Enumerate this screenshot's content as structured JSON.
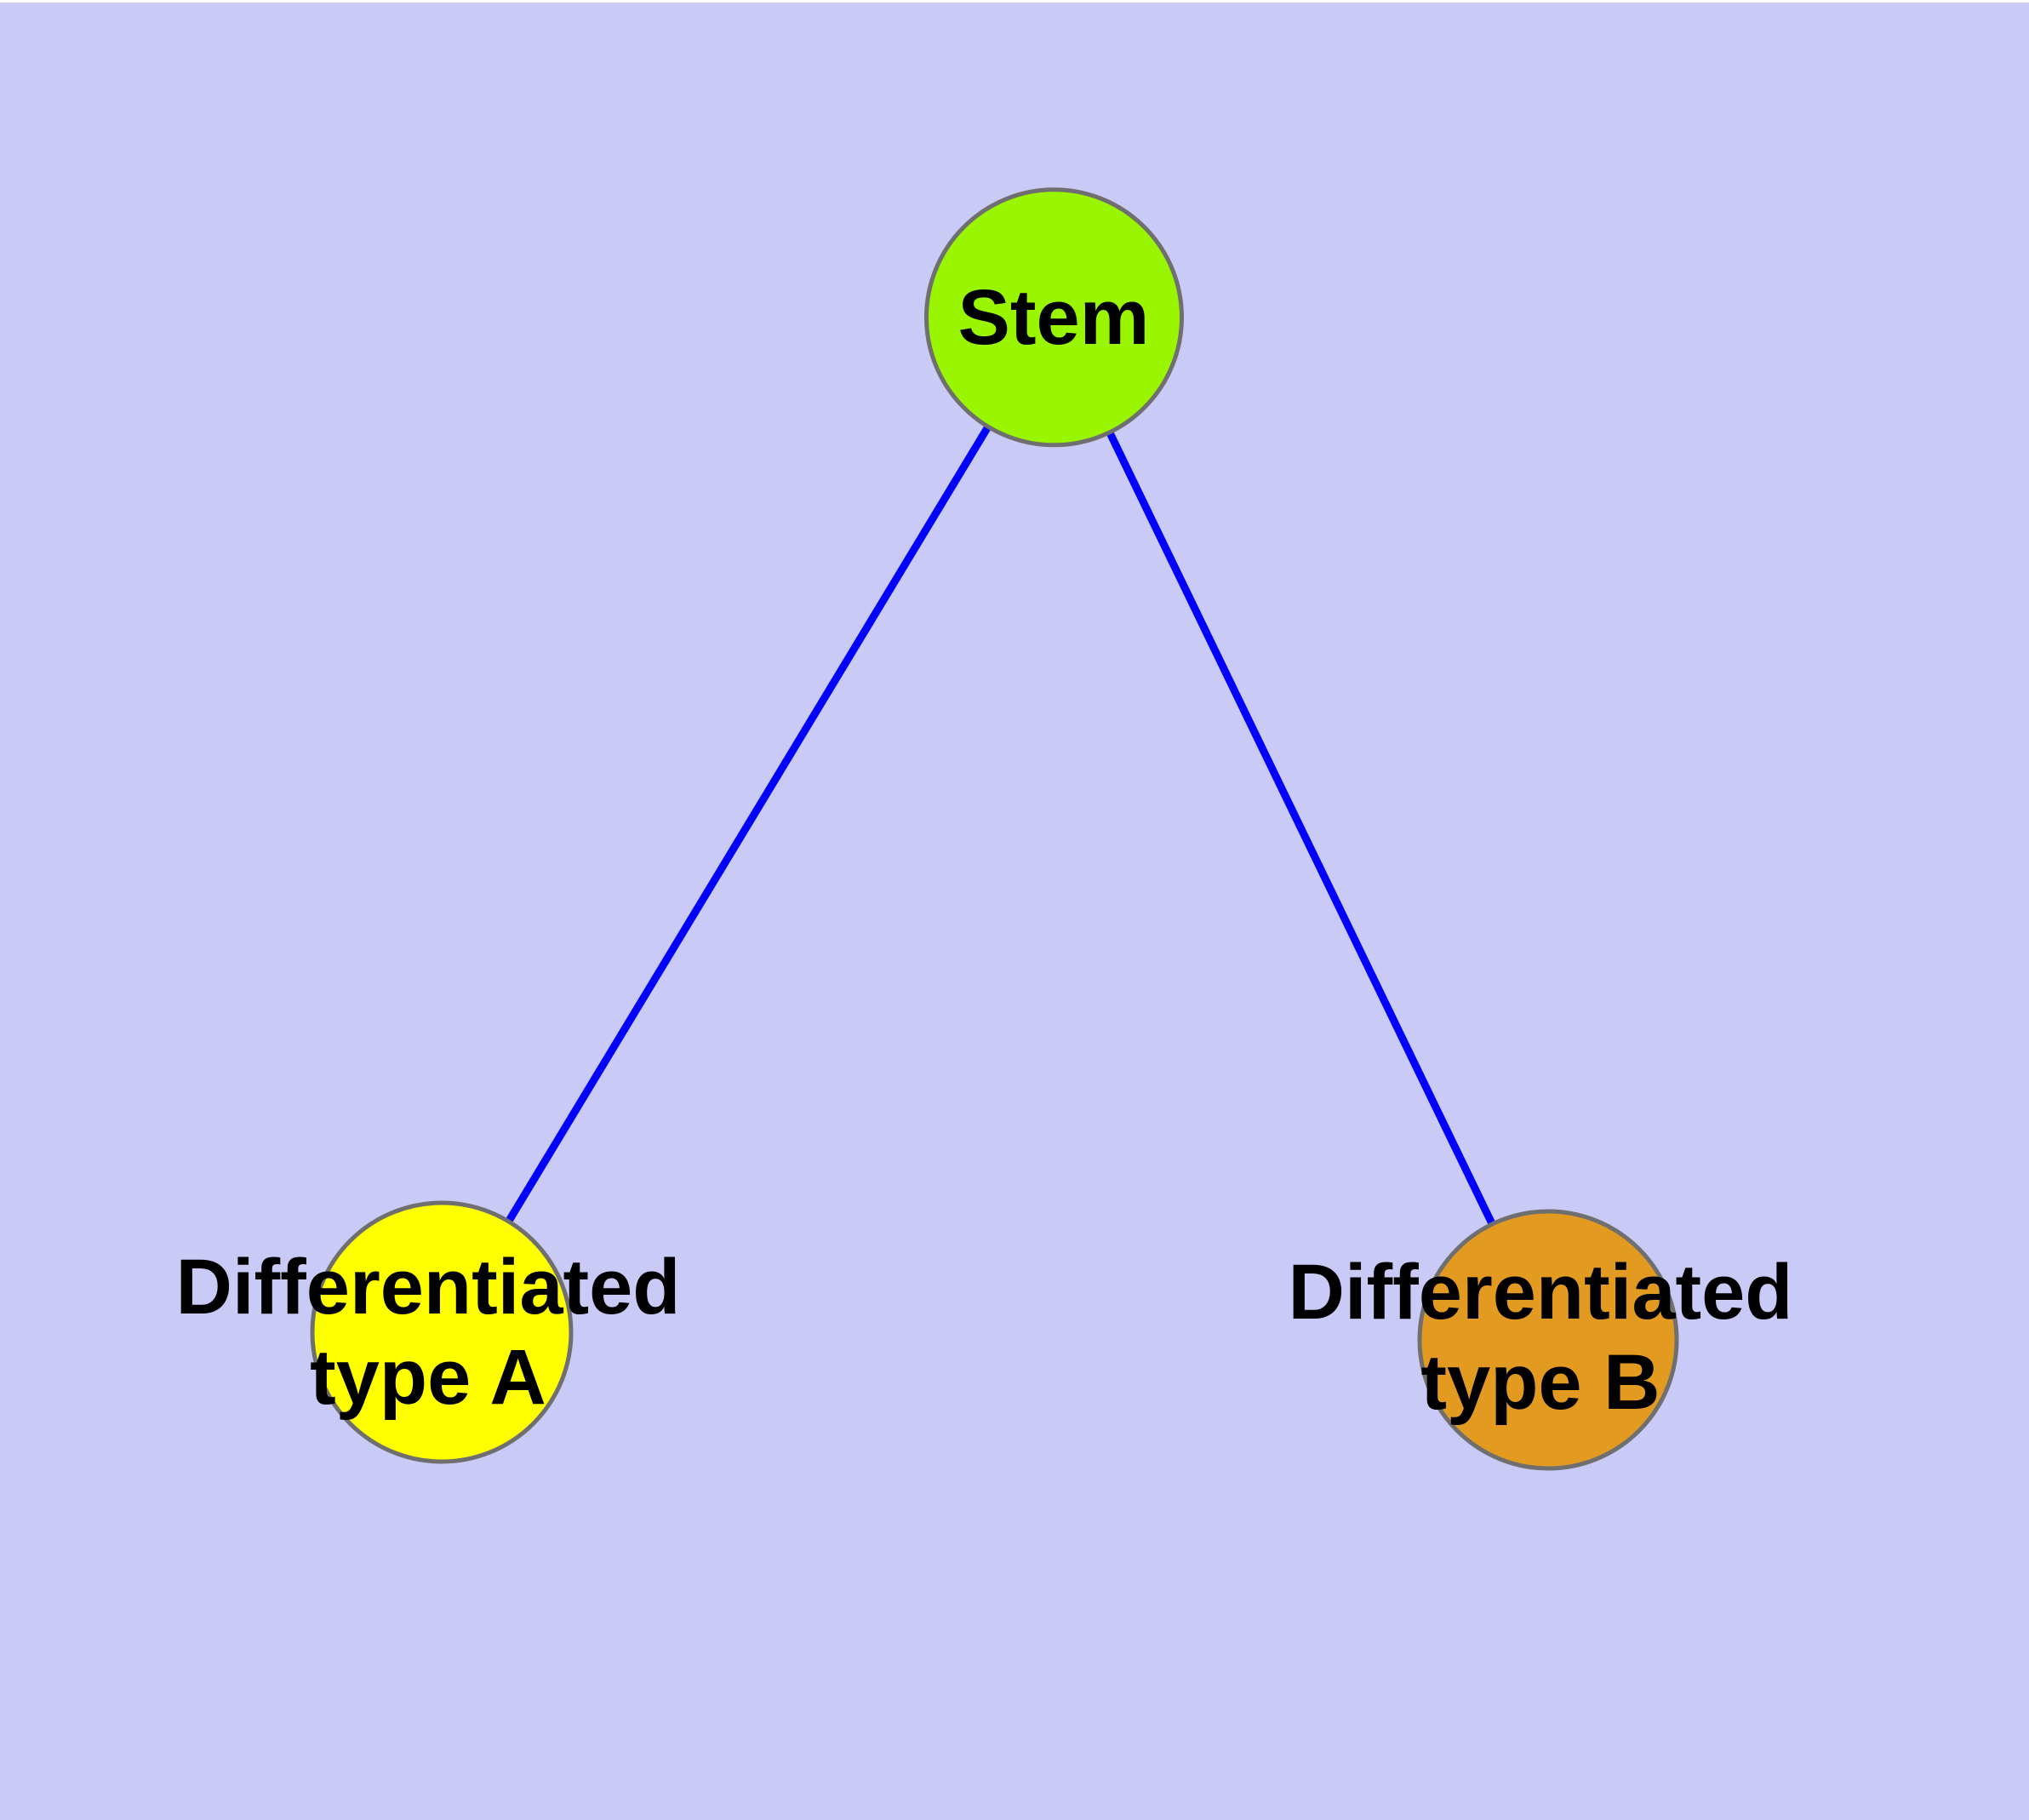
{
  "colors": {
    "background": "#cacaf7",
    "top_strip": "#ffffff",
    "edge": "#0202fa",
    "node_border": "#6f6f6f",
    "label_text": "#000000"
  },
  "nodes": {
    "stem": {
      "label": "Stem",
      "fill": "#9af500"
    },
    "type_a": {
      "lines": [
        "Differentiated",
        "type A"
      ],
      "fill": "#ffff00"
    },
    "type_b": {
      "lines": [
        "Differentiated",
        "type B"
      ],
      "fill": "#e39a21"
    }
  },
  "edges": [
    {
      "from": "Stem",
      "to": "Differentiated type A"
    },
    {
      "from": "Stem",
      "to": "Differentiated type B"
    }
  ]
}
